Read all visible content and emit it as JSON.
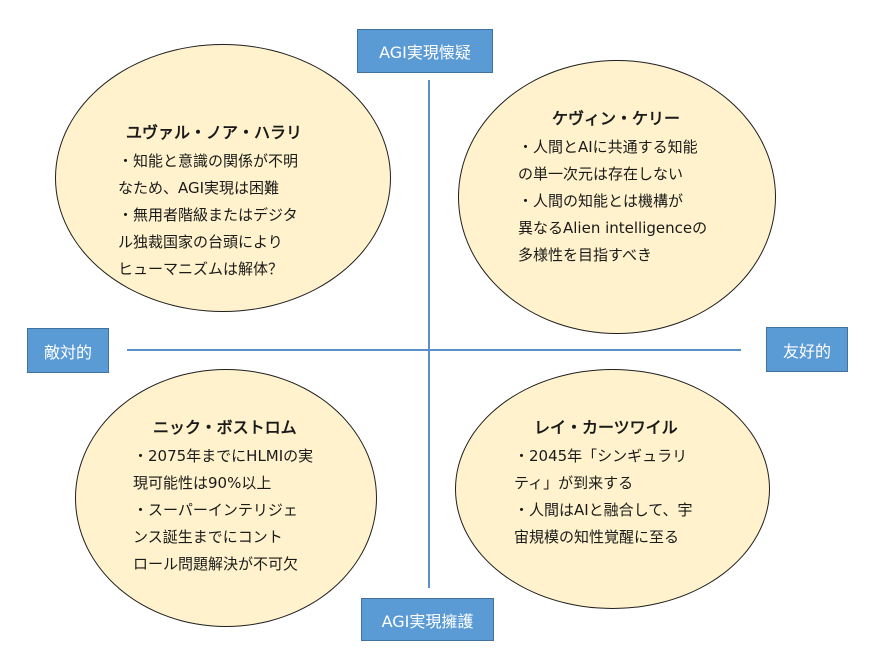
{
  "axes": {
    "top": "AGI実現懐疑",
    "bottom": "AGI実現擁護",
    "left": "敵対的",
    "right": "友好的"
  },
  "quadrants": {
    "top_left": {
      "name": "ユヴァル・ノア・ハラリ",
      "lines": [
        "・知能と意識の関係が不明",
        "なため、AGI実現は困難",
        "・無用者階級またはデジタ",
        "ル独裁国家の台頭により",
        "ヒューマニズムは解体？"
      ]
    },
    "top_right": {
      "name": "ケヴィン・ケリー",
      "lines": [
        "・人間とAIに共通する知能",
        "の単一次元は存在しない",
        "・人間の知能とは機構が",
        "異なるAlien intelligenceの",
        "多様性を目指すべき"
      ]
    },
    "bottom_left": {
      "name": "ニック・ボストロム",
      "lines": [
        "・2075年までにHLMIの実",
        "現可能性は90%以上",
        "・スーパーインテリジェ",
        "ンス誕生までにコント",
        "ロール問題解決が不可欠"
      ]
    },
    "bottom_right": {
      "name": "レイ・カーツワイル",
      "lines": [
        "・2045年「シンギュラリ",
        "ティ」が到来する",
        "・人間はAIと融合して、宇",
        "宙規模の知性覚醒に至る"
      ]
    }
  }
}
